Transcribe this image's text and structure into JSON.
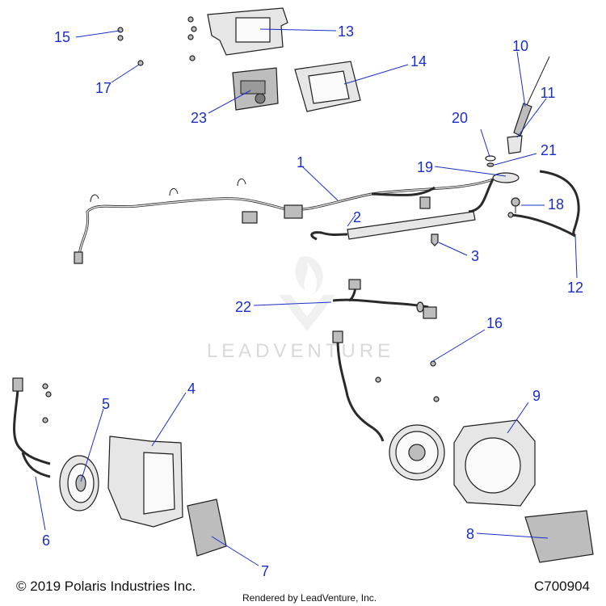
{
  "callouts": [
    "1",
    "2",
    "3",
    "4",
    "5",
    "6",
    "7",
    "8",
    "9",
    "10",
    "11",
    "12",
    "13",
    "14",
    "15",
    "16",
    "17",
    "18",
    "19",
    "20",
    "21",
    "22",
    "23"
  ],
  "watermark": "LEADVENTURE",
  "footer": {
    "copyright": "© 2019 Polaris Industries Inc.",
    "rendered_by": "Rendered by LeadVenture, Inc.",
    "drawing_code": "C700904"
  },
  "colors": {
    "callout": "#1a2fc8",
    "line_art": "#1e1e1e",
    "watermark": "#d9d9d9"
  }
}
